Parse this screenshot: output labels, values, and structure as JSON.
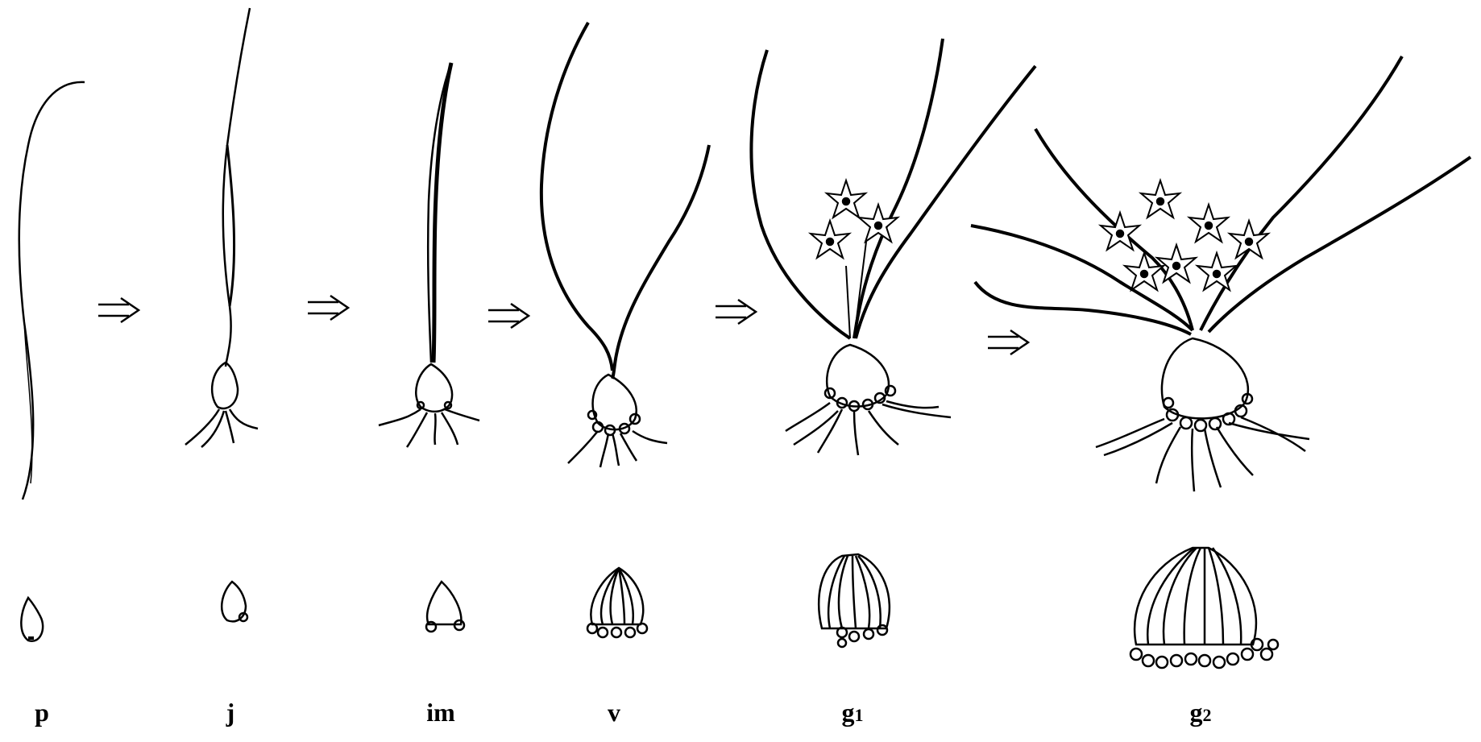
{
  "stages": [
    {
      "main": "p",
      "sub": ""
    },
    {
      "main": "j",
      "sub": ""
    },
    {
      "main": "im",
      "sub": ""
    },
    {
      "main": "v",
      "sub": ""
    },
    {
      "main": "g",
      "sub": "1"
    },
    {
      "main": "g",
      "sub": "2"
    }
  ],
  "arrow_glyph": "⇒"
}
